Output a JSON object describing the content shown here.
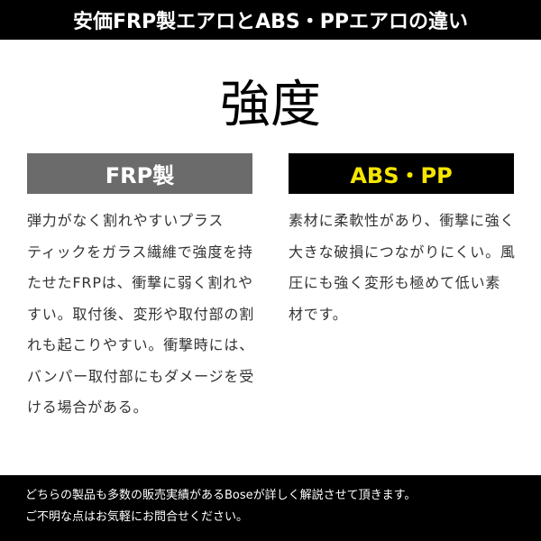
{
  "header": {
    "title": "安価FRP製エアロとABS・PPエアロの違い"
  },
  "section": {
    "title": "強度"
  },
  "columns": [
    {
      "label": "FRP製",
      "lines": [
        "弾力がなく割れやすいプラス",
        "ティックをガラス繊維で強度を持",
        "たせたFRPは、衝撃に弱く割れや",
        "すい。取付後、変形や取付部の割",
        "れも起こりやすい。衝撃時には、",
        "バンパー取付部にもダメージを受",
        "ける場合がある。"
      ]
    },
    {
      "label": "ABS・PP",
      "lines": [
        "素材に柔軟性があり、衝撃に強く",
        "大きな破損につながりにくい。風",
        "圧にも強く変形も極めて低い素",
        "材です。"
      ]
    }
  ],
  "footer": {
    "lines": [
      "どちらの製品も多数の販売実績があるBoseが詳しく解説させて頂きます。",
      "ご不明な点はお気軽にお問合せください。"
    ]
  },
  "colors": {
    "banner_bg": "#000000",
    "frp_label_bg": "#6b6b6b",
    "abs_label_bg": "#000000",
    "abs_label_text": "#f5e600"
  }
}
